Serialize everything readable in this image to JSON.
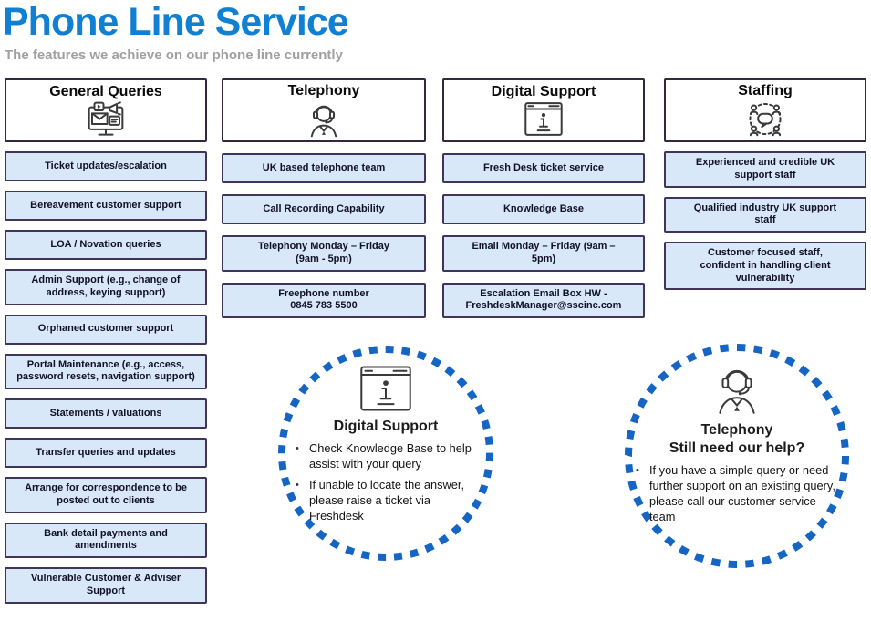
{
  "page": {
    "title": "Phone Line Service",
    "subtitle": "The features we achieve on our phone line currently"
  },
  "glyphs": {
    "bullet": "•"
  },
  "colors": {
    "title_blue": "#1180d2",
    "subtitle_gray": "#a0a0a0",
    "box_fill": "#d9e8f8",
    "box_border": "#41345a",
    "header_border": "#33283f",
    "circle_dash_blue": "#1565c4"
  },
  "columns": [
    {
      "header": "General Queries",
      "icon": "monitor-media-icon",
      "items": [
        "Ticket updates/escalation",
        "Bereavement customer support",
        "LOA / Novation queries",
        "Admin Support (e.g., change of address, keying support)",
        "Orphaned customer support",
        "Portal Maintenance (e.g., access, password resets, navigation support)",
        "Statements / valuations",
        "Transfer queries and updates",
        "Arrange for correspondence to be posted out to clients",
        "Bank detail payments and amendments",
        "Vulnerable Customer & Adviser Support"
      ]
    },
    {
      "header": "Telephony",
      "icon": "headset-agent-icon",
      "items": [
        "UK based telephone team",
        "Call Recording Capability",
        "Telephony Monday – Friday\n(9am - 5pm)",
        "Freephone number\n0845 783 5500"
      ]
    },
    {
      "header": "Digital Support",
      "icon": "browser-info-icon",
      "items": [
        "Fresh Desk ticket service",
        "Knowledge Base",
        "Email Monday – Friday (9am –\n5pm)",
        "Escalation Email Box HW -\nFreshdeskManager@sscinc.com"
      ]
    },
    {
      "header": "Staffing",
      "icon": "team-discussion-icon",
      "items": [
        "Experienced and credible UK\nsupport staff",
        "Qualified industry UK support\nstaff",
        "Customer focused staff,\nconfident in handling client\nvulnerability"
      ]
    }
  ],
  "callouts": [
    {
      "icon": "browser-info-icon",
      "title": "Digital Support",
      "bullets": [
        "Check Knowledge Base to help assist with your query",
        "If unable to locate the answer, please raise a ticket via Freshdesk"
      ]
    },
    {
      "icon": "headset-agent-icon",
      "title": "Telephony",
      "subtitle": "Still need our help?",
      "bullets": [
        "If you have a simple query or need further support on an existing query, please call our customer service team"
      ]
    }
  ]
}
